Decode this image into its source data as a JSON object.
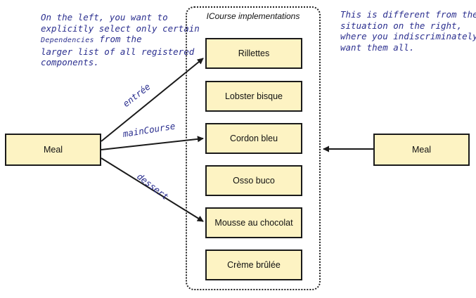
{
  "notes": {
    "left": [
      "On the left, you want to",
      "explicitly select only certain",
      "from the",
      "larger list of all registered",
      "components."
    ],
    "left_smallcaps": "Dependencies",
    "right": [
      "This is different from the",
      "situation on the right,",
      "where you indiscriminately",
      "want them all."
    ]
  },
  "group": {
    "title": "ICourse implementations",
    "courses": [
      "Rillettes",
      "Lobster bisque",
      "Cordon bleu",
      "Osso buco",
      "Mousse au chocolat",
      "Crème brûlée"
    ]
  },
  "meal_left": "Meal",
  "meal_right": "Meal",
  "edges": {
    "entree": "entrée",
    "main": "mainCourse",
    "dessert": "dessert"
  },
  "colors": {
    "box_fill": "#fdf3c3",
    "note_ink": "#2b2f8f"
  }
}
